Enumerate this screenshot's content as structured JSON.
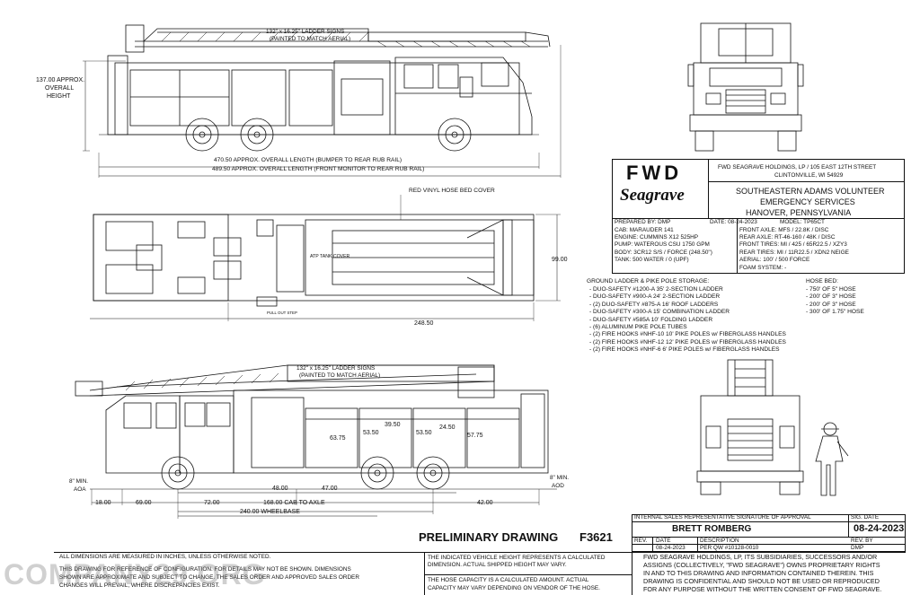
{
  "side_view_top": {
    "ladder_signs": "132\" x 16.25\" LADDER SIGNS",
    "ladder_signs_sub": "(PAINTED TO MATCH AERIAL)",
    "overall_height_1": "137.00 APPROX.",
    "overall_height_2": "OVERALL",
    "overall_height_3": "HEIGHT",
    "length_bumper": "470.50 APPROX. OVERALL LENGTH (BUMPER TO REAR RUB RAIL)",
    "length_monitor": "489.50 APPROX. OVERALL LENGTH (FRONT MONITOR TO REAR RUB RAIL)"
  },
  "plan_view": {
    "hose_bed_cover": "RED VINYL HOSE BED COVER",
    "atp_tank_cover": "ATP TANK COVER",
    "pull_out_step": "PULL OUT STEP",
    "width": "99.00",
    "length": "248.50"
  },
  "side_view_bottom": {
    "ladder_signs": "132\" x 16.25\" LADDER SIGNS",
    "ladder_signs_sub": "(PAINTED TO MATCH AERIAL)",
    "aoa_1": "8\" MIN.",
    "aoa_2": "AOA",
    "aod_1": "8\" MIN.",
    "aod_2": "AOD",
    "dim_63_75": "63.75",
    "dim_53_50a": "53.50",
    "dim_53_50b": "53.50",
    "dim_39_50": "39.50",
    "dim_24_50": "24.50",
    "dim_57_75": "57.75",
    "dim_18": "18.00",
    "dim_69": "69.00",
    "dim_72": "72.00",
    "dim_48": "48.00",
    "dim_47": "47.00",
    "dim_42": "42.00",
    "cab_to_axle": "168.00 CAB TO AXLE",
    "wheelbase": "240.00 WHEELBASE"
  },
  "title_block": {
    "logo_text": "FWD",
    "logo_script": "Seagrave",
    "company_1": "FWD SEAGRAVE HOLDINGS, LP / 105 EAST 12TH STREET",
    "company_2": "CLINTONVILLE, WI 54929",
    "customer_1": "SOUTHEASTERN ADAMS VOLUNTEER",
    "customer_2": "EMERGENCY SERVICES",
    "customer_3": "HANOVER, PENNSYLVANIA",
    "prepared_by": "PREPARED BY: DMP",
    "date": "DATE: 08-24-2023",
    "model": "MODEL: TP65CT",
    "cab": "CAB: MARAUDER 141",
    "engine": "ENGINE: CUMMINS X12 525HP",
    "pump": "PUMP: WATEROUS CSU 1750 GPM",
    "body": "BODY: 3CR12 S/S / FORCE (248.50\")",
    "tank": "TANK: 500 WATER / 0 (UPF)",
    "front_axle": "FRONT AXLE: MFS / 22.8K / DISC",
    "rear_axle": "REAR AXLE: RT-46-160 / 48K / DISC",
    "front_tires": "FRONT TIRES: MI / 425 / 65R22.5 / XZY3",
    "rear_tires": "REAR TIRES: MI / 11R22.5 / XDN2 NEIGE",
    "aerial": "AERIAL: 100' / 500 FORCE",
    "foam_system": "FOAM SYSTEM: -"
  },
  "ground_ladders": {
    "heading": "GROUND LADDER & PIKE POLE STORAGE:",
    "items": [
      "- DUO-SAFETY #1200-A 35' 2-SECTION LADDER",
      "- DUO-SAFETY #900-A 24' 2-SECTION LADDER",
      "- (2) DUO-SAFETY #875-A 16' ROOF LADDERS",
      "- DUO-SAFETY #300-A 15' COMBINATION LADDER",
      "- DUO-SAFETY #585A 10' FOLDING LADDER",
      "- (6) ALUMINUM PIKE POLE TUBES",
      "- (2) FIRE HOOKS #NHF-10 10' PIKE POLES w/ FIBERGLASS HANDLES",
      "- (2) FIRE HOOKS #NHF-12 12' PIKE POLES w/ FIBERGLASS HANDLES",
      "- (2) FIRE HOOKS #NHF-6 6' PIKE POLES w/ FIBERGLASS HANDLES"
    ]
  },
  "hose_bed": {
    "heading": "HOSE BED:",
    "items": [
      "- 750' OF 5\" HOSE",
      "- 200' OF 3\" HOSE",
      "- 200' OF 3\" HOSE",
      "- 300' OF 1.75\" HOSE"
    ]
  },
  "signature": {
    "heading": "INTERNAL SALES REPRESENTATIVE SIGNATURE OF APPROVAL",
    "sig_date_label": "SIG. DATE",
    "name": "BRETT ROMBERG",
    "sig_date": "08-24-2023"
  },
  "drawing": {
    "title": "PRELIMINARY DRAWING",
    "number": "F3621"
  },
  "revision": {
    "rev_label": "REV.",
    "date_label": "DATE",
    "description_label": "DESCRIPTION",
    "rev_by_label": "REV. BY",
    "date": "08-24-2023",
    "description": "PER QW #10128-0010",
    "rev_by": "DMP"
  },
  "notes": {
    "dimensions_1": "ALL DIMENSIONS ARE MEASURED IN INCHES, UNLESS OTHERWISE NOTED.",
    "dimensions_2": "THIS DRAWING FOR REFERENCE OF CONFIGURATION. FOR DETAILS MAY NOT BE SHOWN. DIMENSIONS",
    "dimensions_3": "SHOWN ARE APPROXIMATE AND SUBJECT TO CHANGE. THE SALES ORDER AND APPROVED SALES ORDER",
    "dimensions_4": "CHANGES WILL PREVAIL, WHERE DISCREPANCIES EXIST.",
    "vehicle_height_1": "THE INDICATED VEHICLE HEIGHT REPRESENTS A CALCULATED",
    "vehicle_height_2": "DIMENSION.  ACTUAL SHIPPED HEIGHT MAY VARY.",
    "hose_capacity_1": "THE HOSE CAPACITY IS A CALCULATED AMOUNT.  ACTUAL",
    "hose_capacity_2": "CAPACITY MAY VARY DEPENDING ON  VENDOR OF THE HOSE.",
    "legal_1": "FWD SEAGRAVE HOLDINGS, LP, ITS SUBSIDIARIES, SUCCESSORS AND/OR",
    "legal_2": "ASSIGNS (COLLECTIVELY, \"FWD SEAGRAVE\") OWNS PROPRIETARY RIGHTS",
    "legal_3": "IN AND TO THIS DRAWING AND INFORMATION CONTAINED THEREIN. THIS",
    "legal_4": "DRAWING IS CONFIDENTIAL AND SHOULD NOT BE USED OR REPRODUCED",
    "legal_5": "FOR ANY PURPOSE WITHOUT THE WRITTEN CONSENT OF  FWD SEAGRAVE."
  },
  "watermark": "COMPANY29.ORG"
}
